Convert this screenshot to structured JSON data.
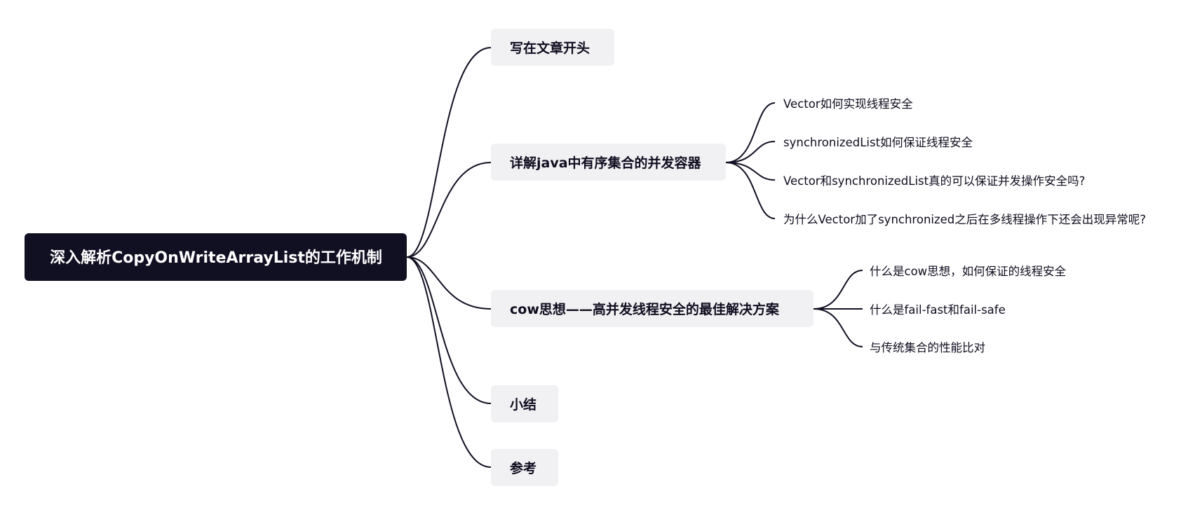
{
  "root": {
    "label": "深入解析CopyOnWriteArrayList的工作机制"
  },
  "topics": [
    {
      "label": "写在文章开头",
      "children": []
    },
    {
      "label": "详解java中有序集合的并发容器",
      "children": [
        "Vector如何实现线程安全",
        "synchronizedList如何保证线程安全",
        "Vector和synchronizedList真的可以保证并发操作安全吗?",
        "为什么Vector加了synchronized之后在多线程操作下还会出现异常呢?"
      ]
    },
    {
      "label": "cow思想——高并发线程安全的最佳解决方案",
      "children": [
        "什么是cow思想，如何保证的线程安全",
        "什么是fail-fast和fail-safe",
        "与传统集合的性能比对"
      ]
    },
    {
      "label": "小结",
      "children": []
    },
    {
      "label": "参考",
      "children": []
    }
  ],
  "colors": {
    "root_bg": "#110f22",
    "root_text": "#ffffff",
    "topic_bg": "#f1f1f3",
    "line": "#110f22",
    "text": "#0f0d1f"
  }
}
